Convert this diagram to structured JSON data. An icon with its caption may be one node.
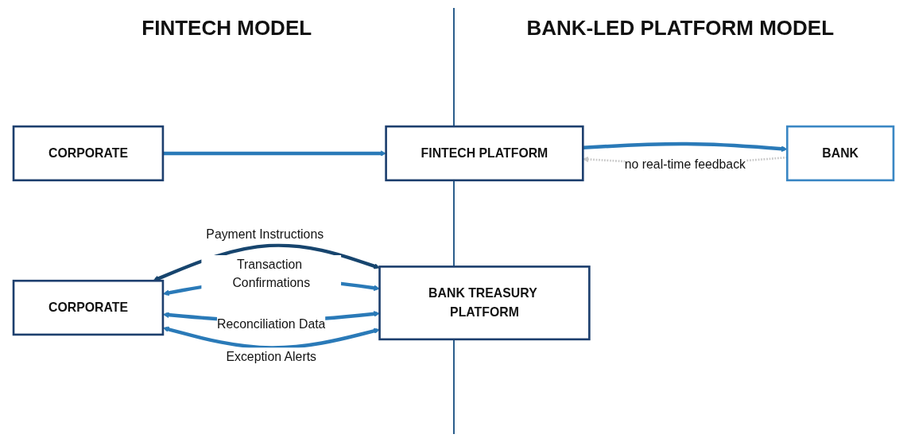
{
  "diagram": {
    "nodes": [
      {
        "text": [
          "CORPORATE"
        ]
      },
      {
        "text": [
          "FINTECH PLATFORM"
        ]
      },
      {
        "text": [
          "BANK"
        ]
      },
      {
        "text": [
          "CORPORATE"
        ]
      },
      {
        "text": [
          "BANK TREASURY PLATFORM"
        ]
      }
    ],
    "edges": [
      {
        "from": 0,
        "to": 1,
        "arrow": "to"
      },
      {
        "from": 1,
        "to": 2,
        "arrow": "to"
      },
      {
        "from": 2,
        "to": 1,
        "arrow": "to",
        "style": "dashed",
        "color": "#c8c8c8",
        "label": "no real-time feedback"
      },
      {
        "from": 3,
        "to": 4,
        "arrow": "both",
        "color": "#17456e",
        "label": "Payment Instructions"
      },
      {
        "from": 3,
        "to": 4,
        "arrow": "both",
        "label": "Transaction Confirmations"
      },
      {
        "from": 3,
        "to": 4,
        "arrow": "both",
        "label": "Reconciliation Data"
      },
      {
        "from": 3,
        "to": 4,
        "arrow": "both",
        "label": "Exception Alerts"
      }
    ],
    "labels": [
      "FINTECH MODEL",
      "BANK-LED PLATFORM MODEL"
    ]
  }
}
